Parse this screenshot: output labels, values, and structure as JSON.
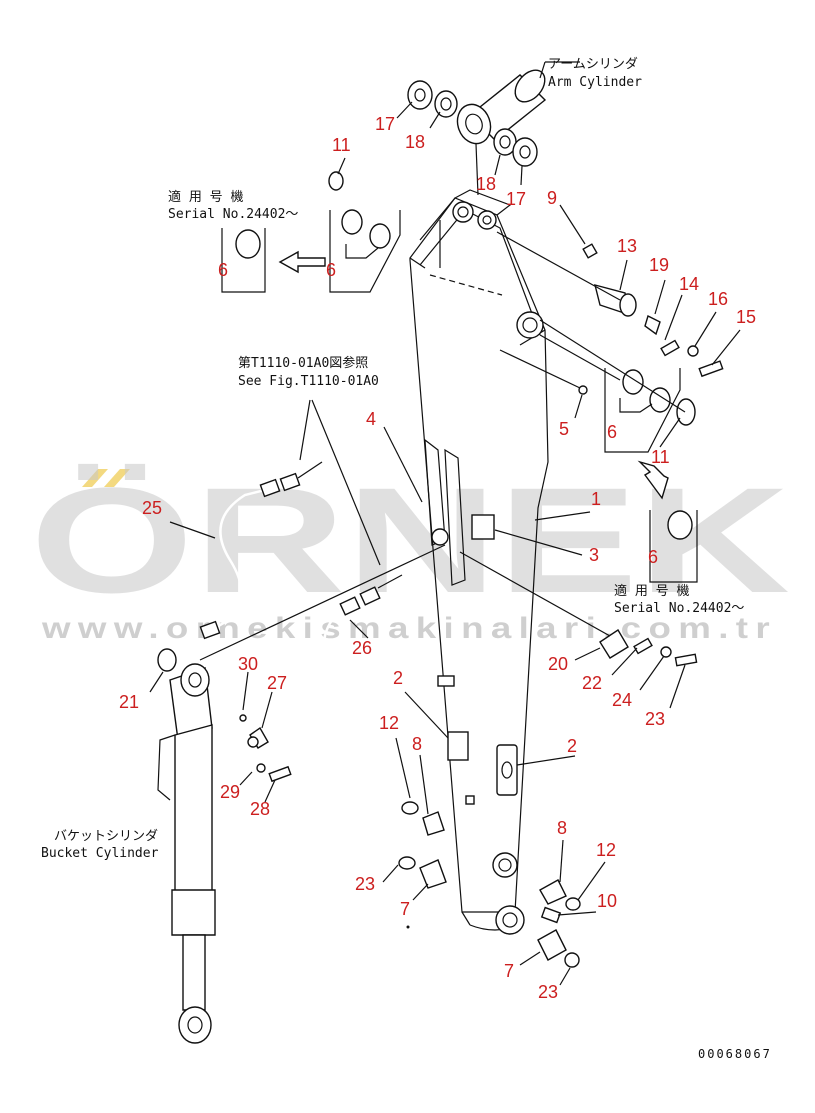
{
  "callouts": [
    {
      "id": "c17a",
      "text": "17"
    },
    {
      "id": "c18a",
      "text": "18"
    },
    {
      "id": "c18b",
      "text": "18"
    },
    {
      "id": "c17b",
      "text": "17"
    },
    {
      "id": "c11a",
      "text": "11"
    },
    {
      "id": "c9",
      "text": "9"
    },
    {
      "id": "c13",
      "text": "13"
    },
    {
      "id": "c19",
      "text": "19"
    },
    {
      "id": "c14",
      "text": "14"
    },
    {
      "id": "c16",
      "text": "16"
    },
    {
      "id": "c15",
      "text": "15"
    },
    {
      "id": "c6a",
      "text": "6"
    },
    {
      "id": "c6b",
      "text": "6"
    },
    {
      "id": "c5",
      "text": "5"
    },
    {
      "id": "c6c",
      "text": "6"
    },
    {
      "id": "c11b",
      "text": "11"
    },
    {
      "id": "c4",
      "text": "4"
    },
    {
      "id": "c1",
      "text": "1"
    },
    {
      "id": "c3",
      "text": "3"
    },
    {
      "id": "c6d",
      "text": "6"
    },
    {
      "id": "c25",
      "text": "25"
    },
    {
      "id": "c26",
      "text": "26"
    },
    {
      "id": "c20",
      "text": "20"
    },
    {
      "id": "c22",
      "text": "22"
    },
    {
      "id": "c24",
      "text": "24"
    },
    {
      "id": "c23a",
      "text": "23"
    },
    {
      "id": "c21",
      "text": "21"
    },
    {
      "id": "c30",
      "text": "30"
    },
    {
      "id": "c27",
      "text": "27"
    },
    {
      "id": "c2a",
      "text": "2"
    },
    {
      "id": "c2b",
      "text": "2"
    },
    {
      "id": "c12a",
      "text": "12"
    },
    {
      "id": "c8a",
      "text": "8"
    },
    {
      "id": "c29",
      "text": "29"
    },
    {
      "id": "c28",
      "text": "28"
    },
    {
      "id": "c8b",
      "text": "8"
    },
    {
      "id": "c12b",
      "text": "12"
    },
    {
      "id": "c23b",
      "text": "23"
    },
    {
      "id": "c7a",
      "text": "7"
    },
    {
      "id": "c10",
      "text": "10"
    },
    {
      "id": "c7b",
      "text": "7"
    },
    {
      "id": "c23c",
      "text": "23"
    }
  ],
  "notes": {
    "arm_cylinder_jp": "アームシリンダ",
    "arm_cylinder_en": "Arm Cylinder",
    "serial_top_jp": "適 用 号 機",
    "serial_top_en": "Serial No.24402～",
    "see_fig_jp": "第T1110-01A0図参照",
    "see_fig_en": "See Fig.T1110-01A0",
    "serial_right_jp": "適 用 号 機",
    "serial_right_en": "Serial No.24402～",
    "bucket_cylinder_jp": "バケットシリンダ",
    "bucket_cylinder_en": "Bucket Cylinder",
    "drawing_code": "00068067"
  },
  "watermark": {
    "brand": "ÖRNEK",
    "url": "www.ornekismakinalari.com.tr",
    "brand_color": "#c8c8c8",
    "accent_color": "#f0d060"
  },
  "colors": {
    "callout": "#cc1f1f",
    "line": "#111111"
  }
}
